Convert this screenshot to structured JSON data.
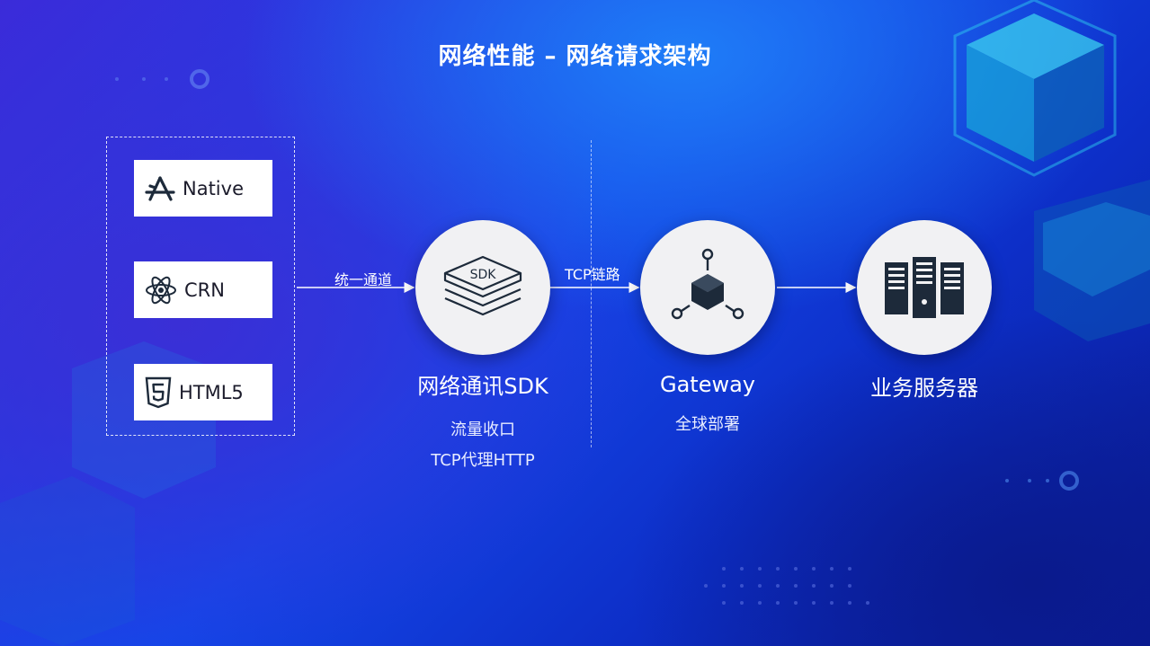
{
  "title": "网络性能 – 网络请求架构",
  "clients": [
    {
      "label": "Native",
      "icon": "app-store-icon"
    },
    {
      "label": "CRN",
      "icon": "react-atom-icon"
    },
    {
      "label": "HTML5",
      "icon": "html5-icon"
    }
  ],
  "edges": {
    "client_to_sdk": "统一通道",
    "sdk_to_gateway": "TCP链路"
  },
  "nodes": {
    "sdk": {
      "label": "网络通讯SDK",
      "icon_text": "SDK",
      "sub1": "流量收口",
      "sub2": "TCP代理HTTP"
    },
    "gateway": {
      "label": "Gateway",
      "sub1": "全球部署"
    },
    "server": {
      "label": "业务服务器"
    }
  },
  "colors": {
    "icon_dark": "#1d2a3a",
    "card_bg": "#ffffff",
    "circle_bg": "#f1f1f3"
  }
}
